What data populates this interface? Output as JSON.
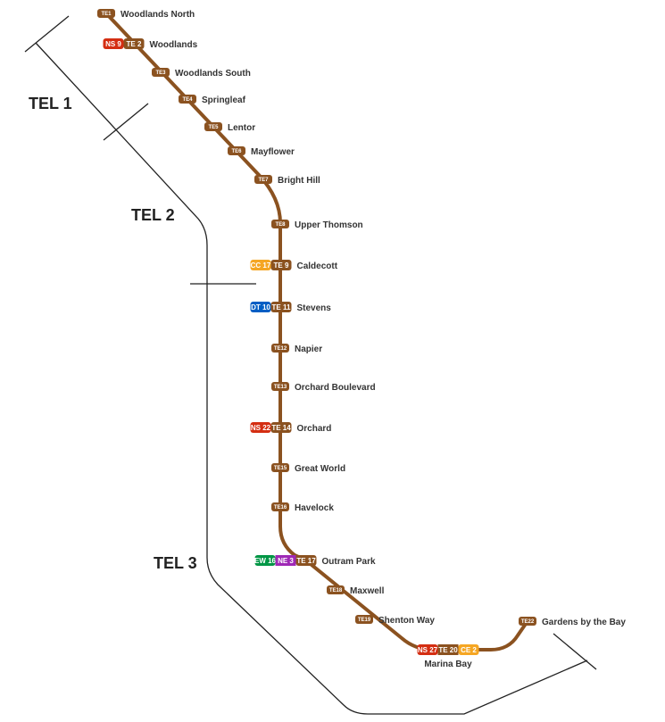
{
  "line_color": "#8B5220",
  "line_colors": {
    "TE": "#8B5220",
    "NS": "#D42E12",
    "CC": "#F5A623",
    "DT": "#005EC4",
    "EW": "#009645",
    "NE": "#9E28B5",
    "CE": "#F5A623"
  },
  "sections": [
    "TEL 1",
    "TEL 2",
    "TEL 3"
  ],
  "stations": [
    {
      "name": "Woodlands North",
      "codes": [
        "TE1"
      ]
    },
    {
      "name": "Woodlands",
      "codes": [
        "NS 9",
        "TE 2"
      ]
    },
    {
      "name": "Woodlands South",
      "codes": [
        "TE3"
      ]
    },
    {
      "name": "Springleaf",
      "codes": [
        "TE4"
      ]
    },
    {
      "name": "Lentor",
      "codes": [
        "TE5"
      ]
    },
    {
      "name": "Mayflower",
      "codes": [
        "TE6"
      ]
    },
    {
      "name": "Bright Hill",
      "codes": [
        "TE7"
      ]
    },
    {
      "name": "Upper Thomson",
      "codes": [
        "TE8"
      ]
    },
    {
      "name": "Caldecott",
      "codes": [
        "CC 17",
        "TE 9"
      ]
    },
    {
      "name": "Stevens",
      "codes": [
        "DT 10",
        "TE 11"
      ]
    },
    {
      "name": "Napier",
      "codes": [
        "TE12"
      ]
    },
    {
      "name": "Orchard Boulevard",
      "codes": [
        "TE13"
      ]
    },
    {
      "name": "Orchard",
      "codes": [
        "NS 22",
        "TE 14"
      ]
    },
    {
      "name": "Great World",
      "codes": [
        "TE15"
      ]
    },
    {
      "name": "Havelock",
      "codes": [
        "TE16"
      ]
    },
    {
      "name": "Outram Park",
      "codes": [
        "EW 16",
        "NE 3",
        "TE 17"
      ]
    },
    {
      "name": "Maxwell",
      "codes": [
        "TE18"
      ]
    },
    {
      "name": "Shenton Way",
      "codes": [
        "TE19"
      ]
    },
    {
      "name": "Marina Bay",
      "codes": [
        "NS 27",
        "TE 20",
        "CE 2"
      ]
    },
    {
      "name": "Gardens by the Bay",
      "codes": [
        "TE22"
      ]
    }
  ]
}
